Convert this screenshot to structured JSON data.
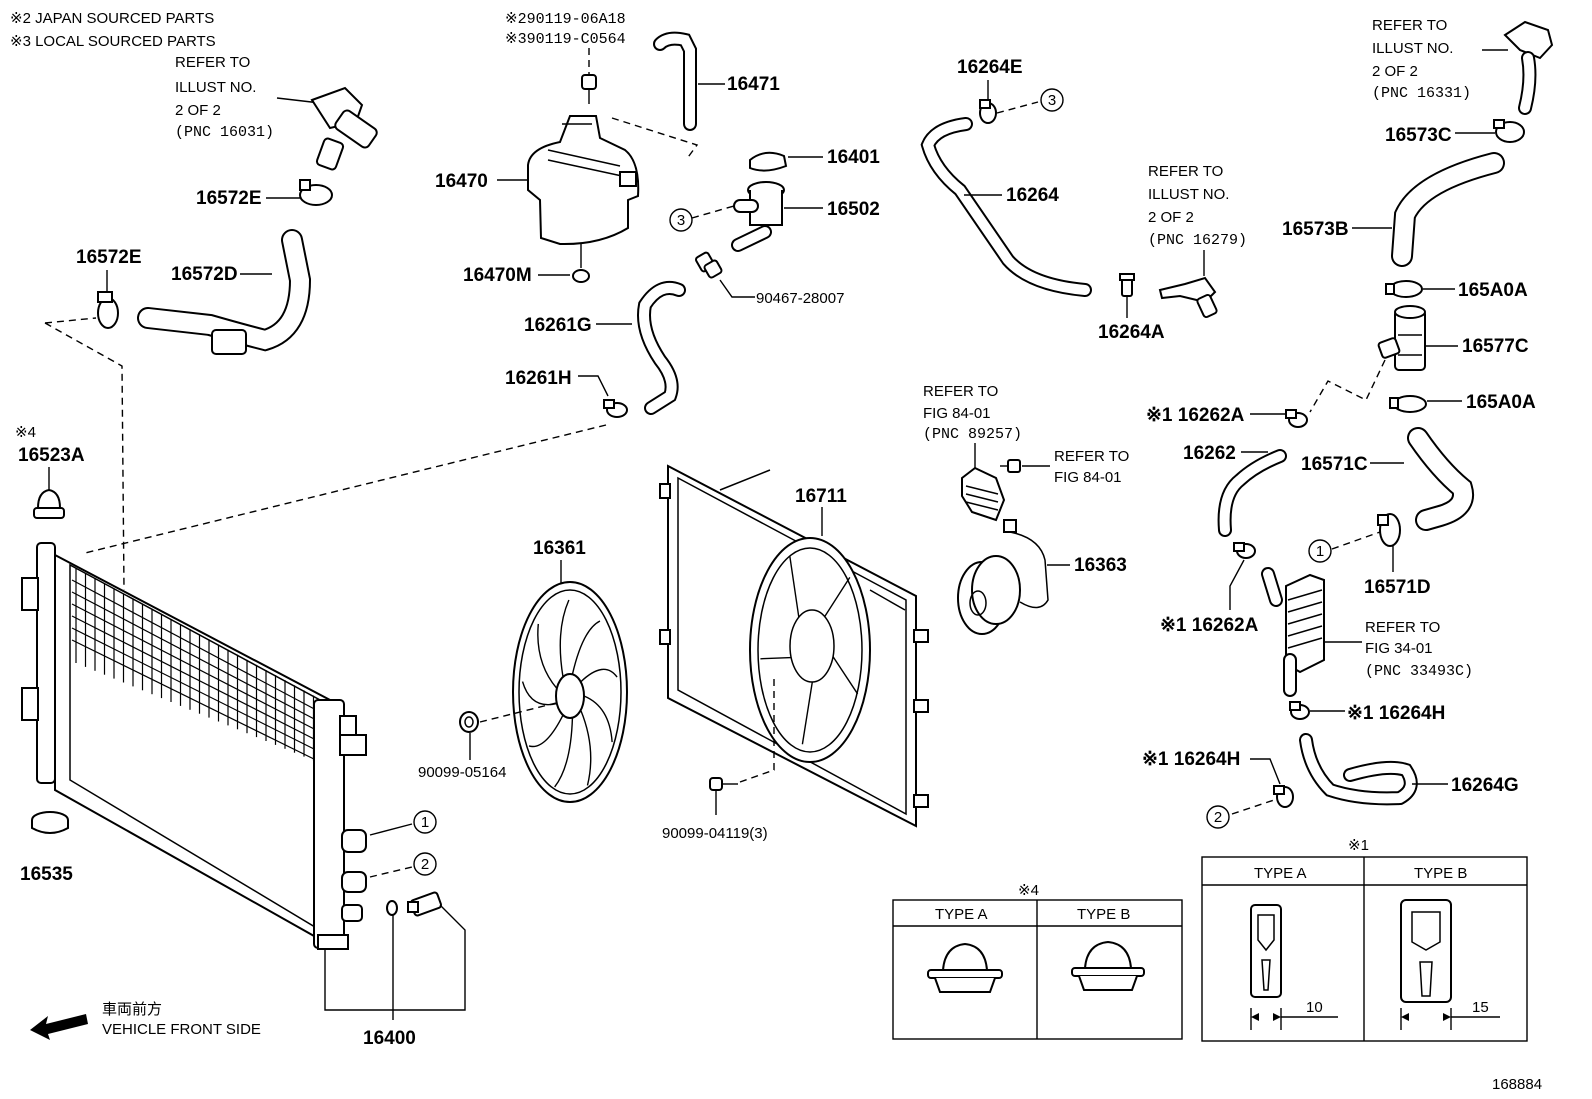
{
  "notes": {
    "japan": "※2 JAPAN SOURCED PARTS",
    "local": "※3 LOCAL SOURCED PARTS",
    "code2": "※290119-06A18",
    "code3": "※390119-C0564"
  },
  "refs": {
    "r16031": [
      "REFER TO",
      "ILLUST NO.",
      "2 OF 2",
      "(PNC 16031)"
    ],
    "r16279": [
      "REFER TO",
      "ILLUST NO.",
      "2 OF 2",
      "(PNC 16279)"
    ],
    "r16331": [
      "REFER TO",
      "ILLUST NO.",
      "2 OF 2",
      "(PNC 16331)"
    ],
    "r89257": [
      "REFER TO",
      "FIG 84-01",
      "(PNC 89257)"
    ],
    "r8401": [
      "REFER TO",
      "FIG 84-01"
    ],
    "r33493": [
      "REFER TO",
      "FIG 34-01",
      "(PNC 33493C)"
    ]
  },
  "parts": {
    "p16572E_a": "16572E",
    "p16572E_b": "16572E",
    "p16572D": "16572D",
    "p16523A_mark": "※4",
    "p16523A": "16523A",
    "p16535": "16535",
    "p16400": "16400",
    "p16470": "16470",
    "p16471": "16471",
    "p16470M": "16470M",
    "p16401": "16401",
    "p16502": "16502",
    "p90467": "90467-28007",
    "p16261G": "16261G",
    "p16261H": "16261H",
    "p16361": "16361",
    "p16711": "16711",
    "p90099_05164": "90099-05164",
    "p90099_04119": "90099-04119(3)",
    "p16264E": "16264E",
    "p16264": "16264",
    "p16264A": "16264A",
    "p16363": "16363",
    "p16573C": "16573C",
    "p16573B": "16573B",
    "p165A0A_a": "165A0A",
    "p16577C": "16577C",
    "p165A0A_b": "165A0A",
    "p16262A_a": "※1 16262A",
    "p16262": "16262",
    "p16571C": "16571C",
    "p16571D": "16571D",
    "p16262A_b": "※1 16262A",
    "p16264H_a": "※1 16264H",
    "p16264H_b": "※1 16264H",
    "p16264G": "16264G"
  },
  "circles": {
    "one": "1",
    "two": "2",
    "three": "3"
  },
  "front": {
    "jp": "車両前方",
    "en": "VEHICLE FRONT SIDE"
  },
  "tables": {
    "t4": {
      "mark": "※4",
      "a": "TYPE A",
      "b": "TYPE B"
    },
    "t1": {
      "mark": "※1",
      "a": "TYPE A",
      "b": "TYPE B",
      "dimA": "10",
      "dimB": "15"
    }
  },
  "diagram_no": "168884"
}
